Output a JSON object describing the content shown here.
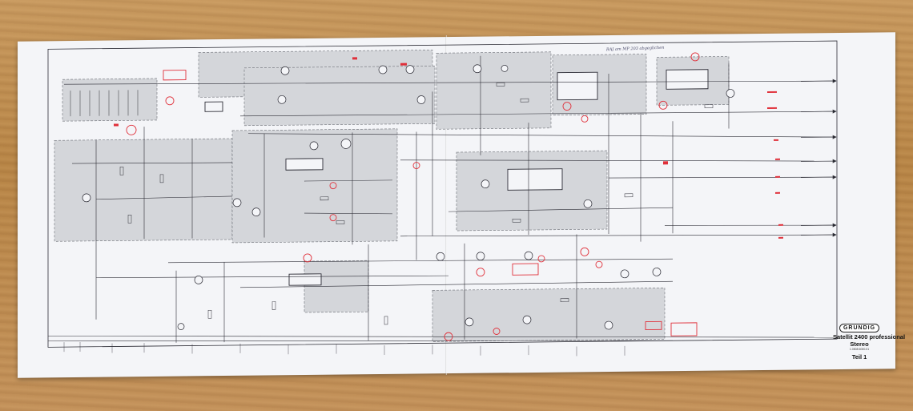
{
  "title_block": {
    "brand": "GRUNDIG",
    "model_line_1": "Satellit 2400 professional",
    "model_line_2": "Stereo",
    "model_code": "1.0508  6000.01",
    "part": "Teil 1"
  },
  "handwritten_note": "RAJ am MP 203 abgeglichen",
  "colors": {
    "paper": "#f4f5f8",
    "ink": "#2c2c35",
    "module_shade": "#d4d6da",
    "red_annotation": "#e0303a",
    "wood": "#c4925a"
  }
}
